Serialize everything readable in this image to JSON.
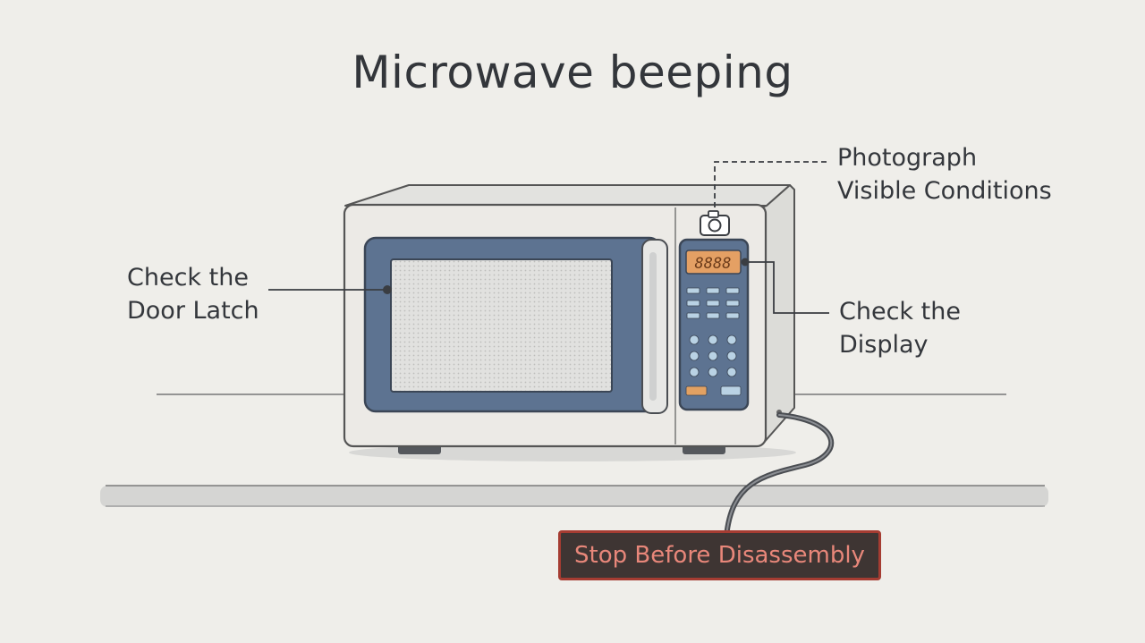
{
  "title": "Microwave beeping",
  "callouts": {
    "door_latch": [
      "Check the",
      "Door Latch"
    ],
    "photograph": [
      "Photograph",
      "Visible Conditions"
    ],
    "display": [
      "Check the",
      "Display"
    ]
  },
  "warning": "Stop Before Disassembly",
  "display_readout": "8888",
  "icons": [
    "camera-icon"
  ],
  "colors": {
    "background": "#efeeea",
    "microwave_body": "#eceae6",
    "door_panel": "#5d7391",
    "display": "#e4a064",
    "warning_border": "#a53c32",
    "warning_text": "#e8877a",
    "start_button": "#e2a162"
  }
}
